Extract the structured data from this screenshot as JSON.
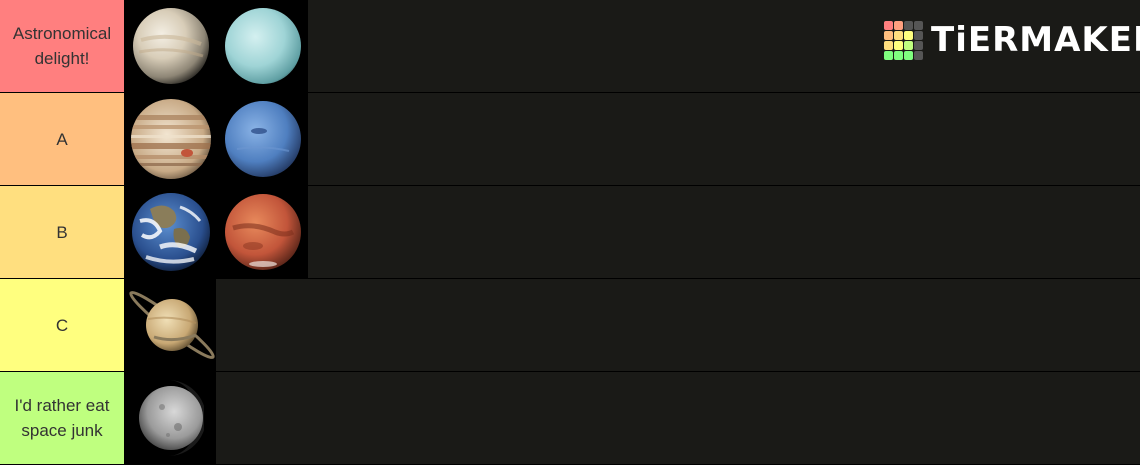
{
  "logo": {
    "text": "TiERMAKER",
    "grid_colors": [
      "#ff7f7f",
      "#ff9f7f",
      "#555555",
      "#555555",
      "#ffbf7f",
      "#ffdf7f",
      "#ffff7f",
      "#555555",
      "#ffdf7f",
      "#ffff7f",
      "#bfff7f",
      "#555555",
      "#7fff7f",
      "#7fff7f",
      "#7fff7f",
      "#555555"
    ]
  },
  "colors": {
    "tier_bg": "#1a1a17",
    "item_bg": "#000000"
  },
  "tiers": [
    {
      "label": "Astronomical delight!",
      "color": "#ff7f7f",
      "items": [
        {
          "icon": "venus-planet-icon"
        },
        {
          "icon": "uranus-planet-icon"
        }
      ]
    },
    {
      "label": "A",
      "color": "#ffbf7f",
      "items": [
        {
          "icon": "jupiter-planet-icon"
        },
        {
          "icon": "neptune-planet-icon"
        }
      ]
    },
    {
      "label": "B",
      "color": "#ffdf7f",
      "items": [
        {
          "icon": "earth-planet-icon"
        },
        {
          "icon": "mars-planet-icon"
        }
      ]
    },
    {
      "label": "C",
      "color": "#ffff7f",
      "items": [
        {
          "icon": "saturn-planet-icon"
        }
      ]
    },
    {
      "label": "I'd rather eat space junk",
      "color": "#bfff7f",
      "items": [
        {
          "icon": "mercury-planet-icon"
        }
      ]
    }
  ]
}
